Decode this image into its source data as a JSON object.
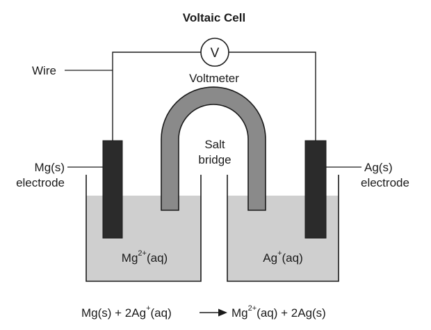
{
  "diagram": {
    "title": "Voltaic Cell",
    "labels": {
      "wire": "Wire",
      "voltmeter_symbol": "V",
      "voltmeter": "Voltmeter",
      "salt_bridge_line1": "Salt",
      "salt_bridge_line2": "bridge",
      "mg_electrode_line1": "Mg(s)",
      "mg_electrode_line2": "electrode",
      "ag_electrode_line1": "Ag(s)",
      "ag_electrode_line2": "electrode"
    },
    "solutions": {
      "left": {
        "base": "Mg",
        "sup": "2+",
        "rest": "(aq)"
      },
      "right": {
        "base": "Ag",
        "sup": "+",
        "rest": "(aq)"
      }
    },
    "equation": {
      "lhs_a": "Mg(s) + 2Ag",
      "lhs_sup": "+",
      "lhs_b": "(aq)",
      "rhs_a": "Mg",
      "rhs_sup": "2+",
      "rhs_b": "(aq) + 2Ag(s)"
    },
    "colors": {
      "solution": "#cfcfcf",
      "electrode": "#2b2b2b",
      "salt_bridge": "#8a8a8a",
      "line": "#1a1a1a"
    }
  }
}
